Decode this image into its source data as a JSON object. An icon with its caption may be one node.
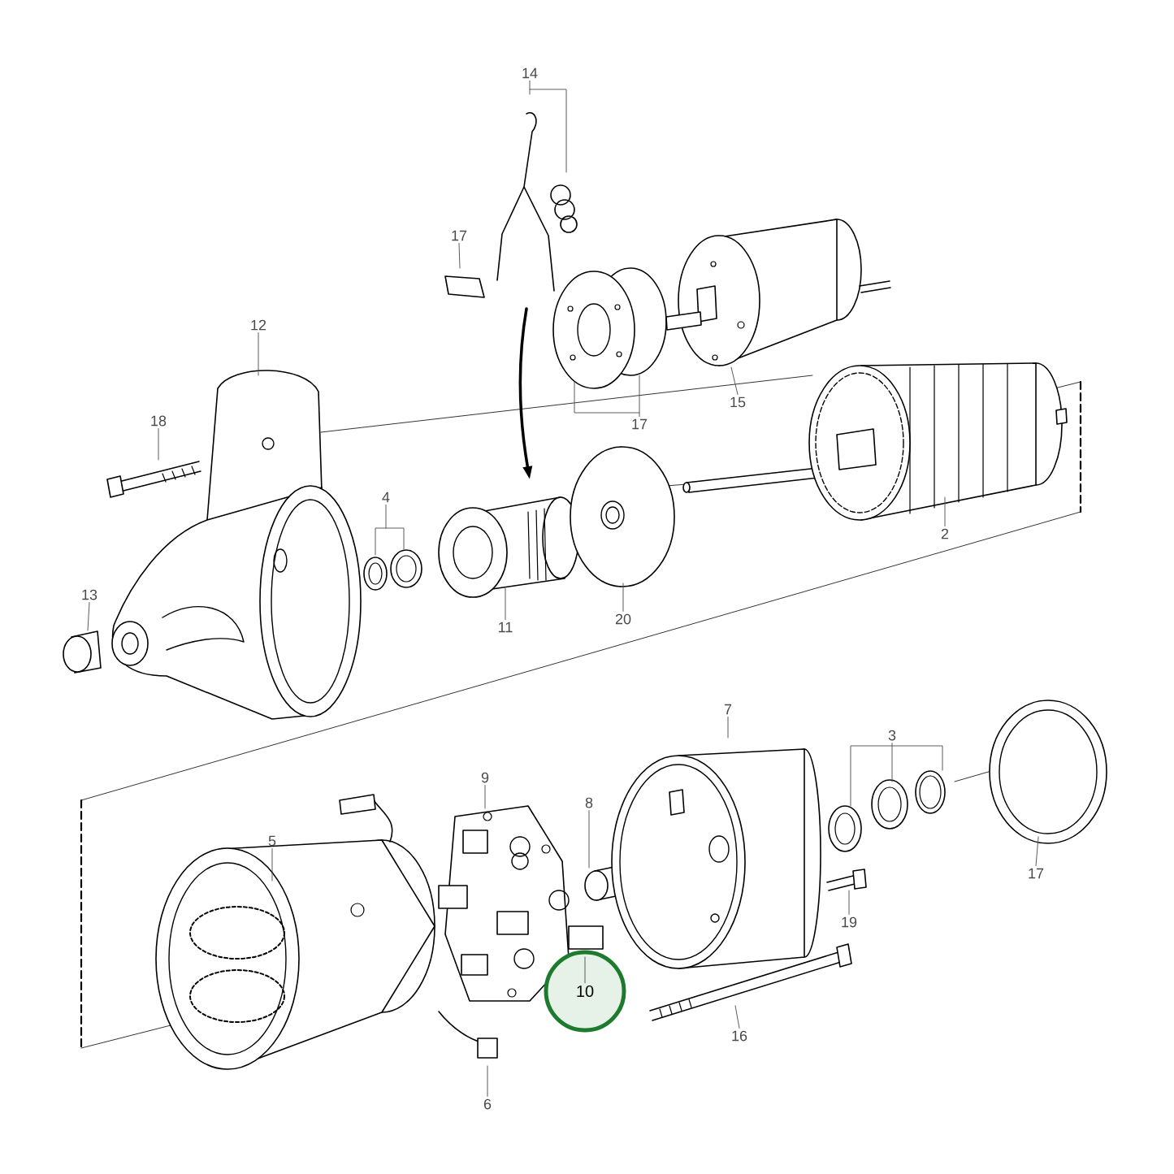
{
  "diagram": {
    "nodes": [
      {
        "text": [
          "14"
        ]
      },
      {
        "text": [
          "17"
        ]
      },
      {
        "text": [
          "12"
        ]
      },
      {
        "text": [
          "18"
        ]
      },
      {
        "text": [
          "17"
        ]
      },
      {
        "text": [
          "15"
        ]
      },
      {
        "text": [
          "4"
        ]
      },
      {
        "text": [
          "13"
        ]
      },
      {
        "text": [
          "11"
        ]
      },
      {
        "text": [
          "20"
        ]
      },
      {
        "text": [
          "2"
        ]
      },
      {
        "text": [
          "7"
        ]
      },
      {
        "text": [
          "3"
        ]
      },
      {
        "text": [
          "9"
        ]
      },
      {
        "text": [
          "8"
        ]
      },
      {
        "text": [
          "5"
        ]
      },
      {
        "text": [
          "10"
        ]
      },
      {
        "text": [
          "19"
        ]
      },
      {
        "text": [
          "17"
        ]
      },
      {
        "text": [
          "16"
        ]
      },
      {
        "text": [
          "6"
        ]
      }
    ],
    "edges": [
      {
        "from": 0,
        "to": null,
        "arrow": "none"
      },
      {
        "from": 1,
        "to": null,
        "arrow": "none"
      },
      {
        "from": 2,
        "to": null,
        "arrow": "none"
      },
      {
        "from": 3,
        "to": null,
        "arrow": "none"
      },
      {
        "from": 4,
        "to": null,
        "arrow": "none"
      },
      {
        "from": 5,
        "to": null,
        "arrow": "none"
      },
      {
        "from": 6,
        "to": null,
        "arrow": "none"
      },
      {
        "from": 7,
        "to": null,
        "arrow": "none"
      },
      {
        "from": 8,
        "to": null,
        "arrow": "none"
      },
      {
        "from": 9,
        "to": null,
        "arrow": "none"
      },
      {
        "from": 10,
        "to": null,
        "arrow": "none"
      },
      {
        "from": 11,
        "to": null,
        "arrow": "none"
      },
      {
        "from": 12,
        "to": null,
        "arrow": "none"
      },
      {
        "from": 13,
        "to": null,
        "arrow": "none"
      },
      {
        "from": 14,
        "to": null,
        "arrow": "none"
      },
      {
        "from": 15,
        "to": null,
        "arrow": "none"
      },
      {
        "from": 16,
        "to": null,
        "arrow": "none"
      },
      {
        "from": 17,
        "to": null,
        "arrow": "none"
      },
      {
        "from": 18,
        "to": null,
        "arrow": "none"
      },
      {
        "from": 19,
        "to": null,
        "arrow": "none"
      },
      {
        "from": 20,
        "to": null,
        "arrow": "none"
      }
    ]
  }
}
